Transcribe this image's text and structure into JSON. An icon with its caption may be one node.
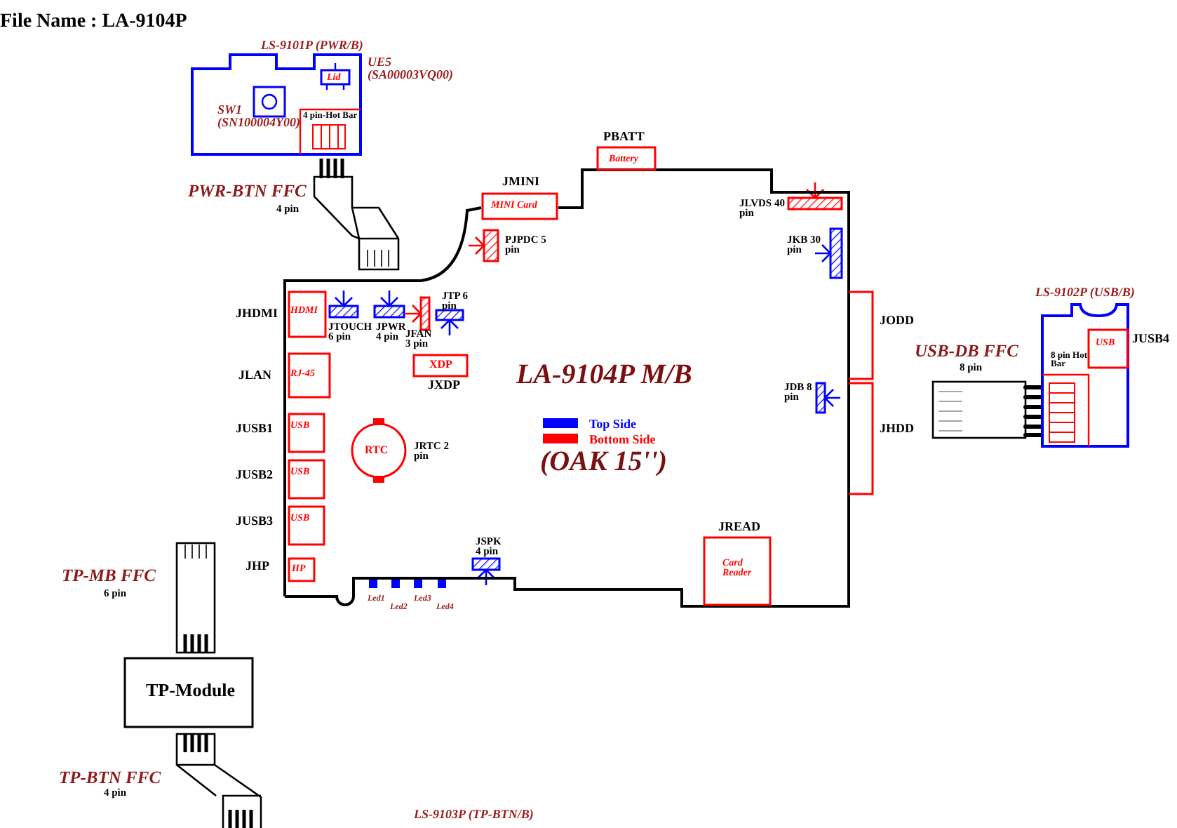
{
  "diagram": {
    "nodes": [
      {
        "text": [
          "LA-9104P M/B",
          "(OAK 15'')"
        ]
      },
      {
        "text": [
          "HDMI"
        ],
        "beside": [
          "JHDMI"
        ],
        "in": 0
      },
      {
        "text": [
          "RJ-45"
        ],
        "beside": [
          "JLAN"
        ],
        "in": 0
      },
      {
        "text": [
          "USB"
        ],
        "beside": [
          "JUSB1"
        ],
        "in": 0
      },
      {
        "text": [
          "USB"
        ],
        "beside": [
          "JUSB2"
        ],
        "in": 0
      },
      {
        "text": [
          "USB"
        ],
        "beside": [
          "JUSB3"
        ],
        "in": 0
      },
      {
        "text": [
          "HP"
        ],
        "beside": [
          "JHP"
        ],
        "in": 0
      },
      {
        "text": [
          "XDP"
        ],
        "beside": [
          "JXDP"
        ],
        "in": 0
      },
      {
        "text": [
          "RTC"
        ],
        "beside": [
          "JRTC 2 pin"
        ],
        "in": 0
      },
      {
        "text": [
          "JMINI",
          "MINI Card"
        ],
        "in": 0
      },
      {
        "text": [
          "PBATT",
          "Battery"
        ],
        "in": 0
      },
      {
        "text": [
          "JREAD",
          "Card Reader"
        ],
        "in": 0
      },
      {
        "text": [],
        "shape": "box",
        "beside": [
          "JODD"
        ]
      },
      {
        "text": [],
        "shape": "box",
        "beside": [
          "JHDD"
        ]
      },
      {
        "text": [
          "LS-9101P (PWR/B)"
        ]
      },
      {
        "text": [
          "Lid"
        ],
        "beside": [
          "UE5 (SA00003VQ00)"
        ],
        "in": 14
      },
      {
        "text": [
          "4 pin-Hot Bar"
        ],
        "in": 14
      },
      {
        "text": [
          "LS-9102P (USB/B)"
        ]
      },
      {
        "text": [
          "USB"
        ],
        "beside": [
          "JUSB4"
        ],
        "in": 17
      },
      {
        "text": [
          "8 pin Hot Bar"
        ],
        "in": 17
      },
      {
        "text": [
          "TP-Module"
        ]
      }
    ],
    "labels": [
      "File Name : LA-9104P",
      "PWR-BTN FFC",
      "4 pin",
      "SW1 (SN100004Y00)",
      "PJPDC 5 pin",
      "JLVDS 40 pin",
      "JKB 30 pin",
      "JTOUCH 6 pin",
      "JPWR 4 pin",
      "JFAN 3 pin",
      "JTP 6 pin",
      "USB-DB FFC",
      "8 pin",
      "JDB 8 pin",
      "JSPK 4 pin",
      "TP-MB FFC",
      "6 pin",
      "Led1",
      "Led2",
      "Led3",
      "Led4",
      "TP-BTN FFC",
      "4 pin",
      "LS-9103P (TP-BTN/B)"
    ],
    "legend": [
      {
        "text": "Top Side",
        "color": "#0000ff"
      },
      {
        "text": "Bottom Side",
        "color": "#ff0000"
      }
    ]
  }
}
